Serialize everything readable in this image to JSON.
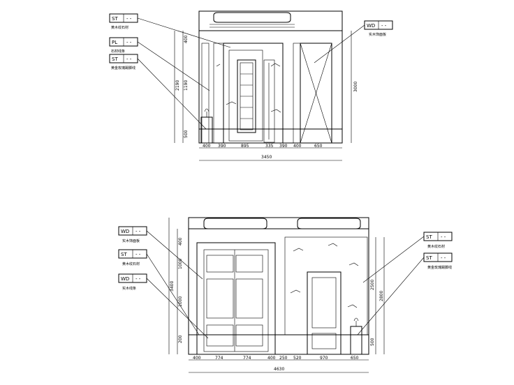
{
  "top": {
    "tags_left": [
      {
        "code": "ST",
        "sub": "黄木纹石材"
      },
      {
        "code": "PL",
        "sub": "石材线条"
      },
      {
        "code": "ST",
        "sub": "黄金玫瑰踢脚线"
      }
    ],
    "tag_right": {
      "code": "WD",
      "sub": "实木饰面板"
    },
    "tag_dash": "- -",
    "dims_bottom": [
      "400",
      "390",
      "895",
      "335",
      "390",
      "400",
      "650"
    ],
    "total": "3450",
    "dims_left": [
      "400",
      "1190",
      "2190",
      "500"
    ],
    "dim_right": "3000"
  },
  "bottom": {
    "tags_left": [
      {
        "code": "WD",
        "sub": "实木饰面板"
      },
      {
        "code": "ST",
        "sub": "黄木纹石材"
      },
      {
        "code": "WD",
        "sub": "实木线条"
      }
    ],
    "tags_right": [
      {
        "code": "ST",
        "sub": "黄木纹石材"
      },
      {
        "code": "ST",
        "sub": "黄金玫瑰踢脚线"
      }
    ],
    "tag_dash": "- -",
    "dims_bottom": [
      "400",
      "774",
      "774",
      "400",
      "250",
      "520",
      "970",
      "650"
    ],
    "total": "4630",
    "dims_left": [
      "400",
      "1000",
      "1000",
      "200",
      "3400"
    ],
    "dims_right": [
      "2500",
      "2800",
      "500"
    ]
  }
}
